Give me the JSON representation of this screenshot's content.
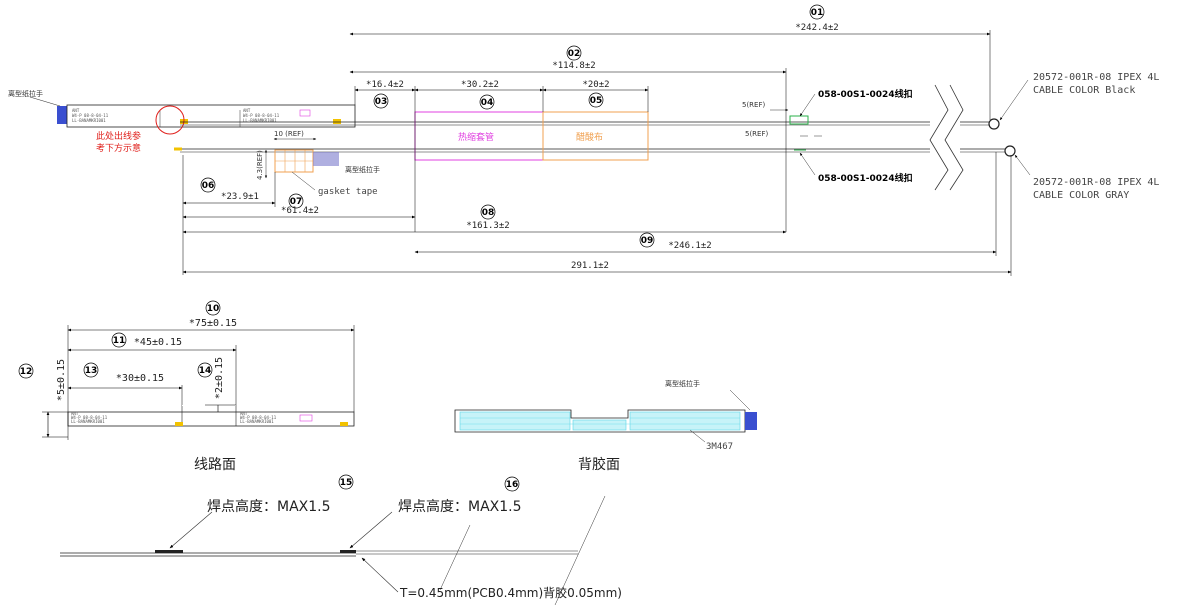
{
  "title_labels": {
    "release_tab_top": "离型纸拉手",
    "note_line1": "此处出线参",
    "note_line2": "考下方示意",
    "release_tab_mid": "离型纸拉手",
    "gasket_tape": "gasket tape",
    "heat_shrink": "热缩套管",
    "acetate_cloth": "醋酸布",
    "ref5_top": "5(REF)",
    "ref5_bottom": "5(REF)",
    "ref10": "10 (REF)",
    "dim_4_3": "4.3(REF)",
    "clip_top": "058-00S1-0024线扣",
    "clip_bottom": "058-00S1-0024线扣",
    "cable1_line1": "20572-001R-08 IPEX 4L",
    "cable1_line2": "CABLE  COLOR Black",
    "cable2_line1": "20572-001R-08 IPEX 4L",
    "cable2_line2": "CABLE  COLOR GRAY",
    "trace_side": "线路面",
    "adhesive_side": "背胶面",
    "release_tab_back": "离型纸拉手",
    "tape_3m": "3M467",
    "solder_height_1": "焊点高度：MAX1.5",
    "solder_height_2": "焊点高度：MAX1.5",
    "thickness_note": "T=0.45mm(PCB0.4mm)背胶0.05mm)",
    "pcb_label_l1": "ANT",
    "pcb_label_l2": "W4-P 08-8-04-11",
    "pcb_label_l3": "LL-BANAMKRI001"
  },
  "dimensions": [
    {
      "id": "01",
      "value": "*242.4±2"
    },
    {
      "id": "02",
      "value": "*114.8±2"
    },
    {
      "id": "03",
      "value": "*16.4±2"
    },
    {
      "id": "04",
      "value": "*30.2±2"
    },
    {
      "id": "05",
      "value": "*20±2"
    },
    {
      "id": "06",
      "value": "*23.9±1"
    },
    {
      "id": "07",
      "value": "*61.4±2"
    },
    {
      "id": "08",
      "value": "*161.3±2"
    },
    {
      "id": "09",
      "value": "*246.1±2"
    },
    {
      "id": "",
      "value": "291.1±2"
    },
    {
      "id": "10",
      "value": "*75±0.15"
    },
    {
      "id": "11",
      "value": "*45±0.15"
    },
    {
      "id": "12",
      "value": "*5±0.15"
    },
    {
      "id": "13",
      "value": "*30±0.15"
    },
    {
      "id": "14",
      "value": "*2±0.15"
    },
    {
      "id": "15",
      "value": ""
    },
    {
      "id": "16",
      "value": ""
    }
  ],
  "colors": {
    "heat_shrink": "#e040e0",
    "acetate": "#f0a050",
    "tab_blue": "#3a4fd0",
    "grid_cyan": "#5ad8e8",
    "clip_green": "#2ab04a",
    "red": "#e0201c"
  }
}
